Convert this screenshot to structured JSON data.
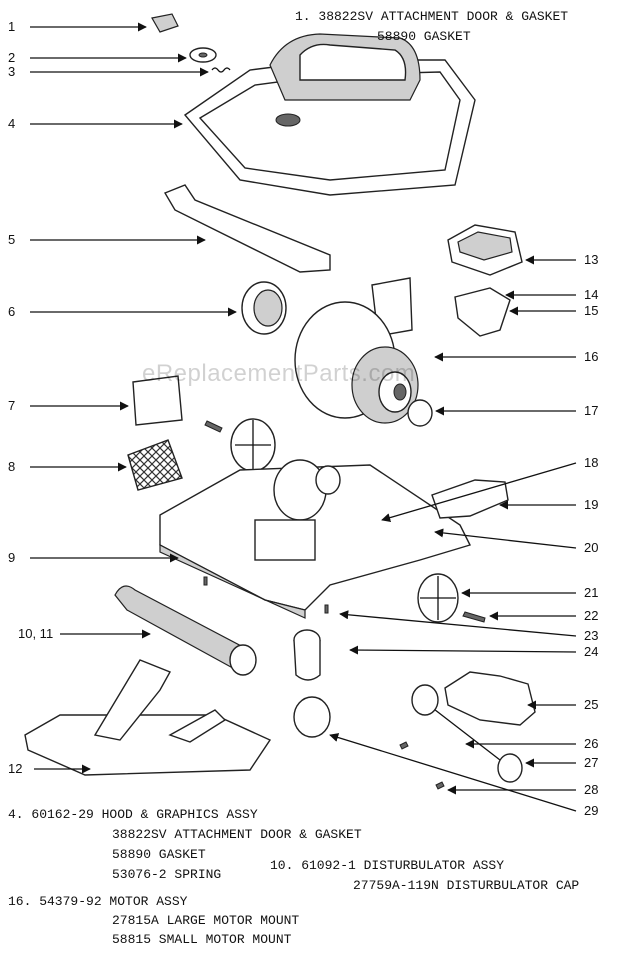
{
  "header_notes": {
    "line1": "1. 38822SV ATTACHMENT DOOR & GASKET",
    "line2": "58890 GASKET"
  },
  "callouts": [
    "1",
    "2",
    "3",
    "4",
    "5",
    "6",
    "7",
    "8",
    "9",
    "10, 11",
    "12",
    "13",
    "14",
    "15",
    "16",
    "17",
    "18",
    "19",
    "20",
    "21",
    "22",
    "23",
    "24",
    "25",
    "26",
    "27",
    "28",
    "29"
  ],
  "watermark": "eReplacementParts.com",
  "footer_notes": {
    "hood_title": "4. 60162-29 HOOD & GRAPHICS ASSY",
    "hood_items": [
      "38822SV ATTACHMENT DOOR & GASKET",
      "58890 GASKET",
      "53076-2 SPRING"
    ],
    "disturbulator_title": "10. 61092-1 DISTURBULATOR ASSY",
    "disturbulator_items": [
      "27759A-119N DISTURBULATOR CAP"
    ],
    "motor_title": "16. 54379-92 MOTOR ASSY",
    "motor_items": [
      "27815A LARGE MOTOR MOUNT",
      "58815 SMALL MOTOR MOUNT"
    ]
  }
}
